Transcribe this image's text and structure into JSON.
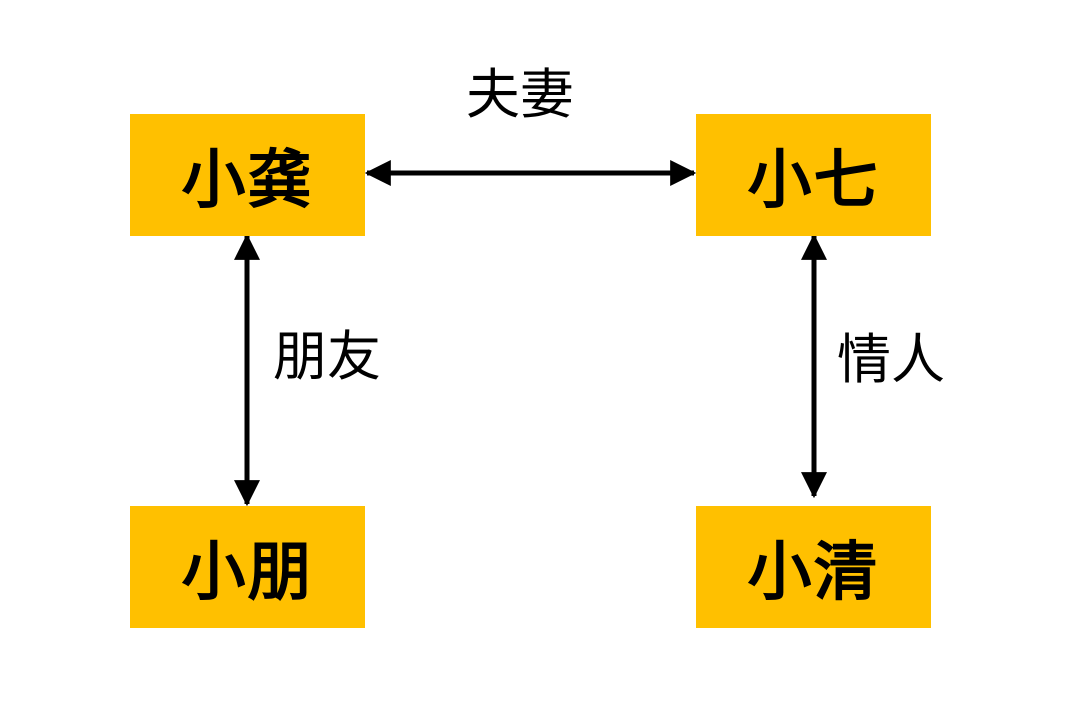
{
  "colors": {
    "node_fill": "#FFC000",
    "node_text": "#000000",
    "arrow": "#000000",
    "label_text": "#000000"
  },
  "nodes": {
    "xiaogong": "小龚",
    "xiaoqi": "小七",
    "xiaopeng": "小朋",
    "xiaoqing": "小清"
  },
  "relations": {
    "spouse": "夫妻",
    "friend": "朋友",
    "lover": "情人"
  }
}
